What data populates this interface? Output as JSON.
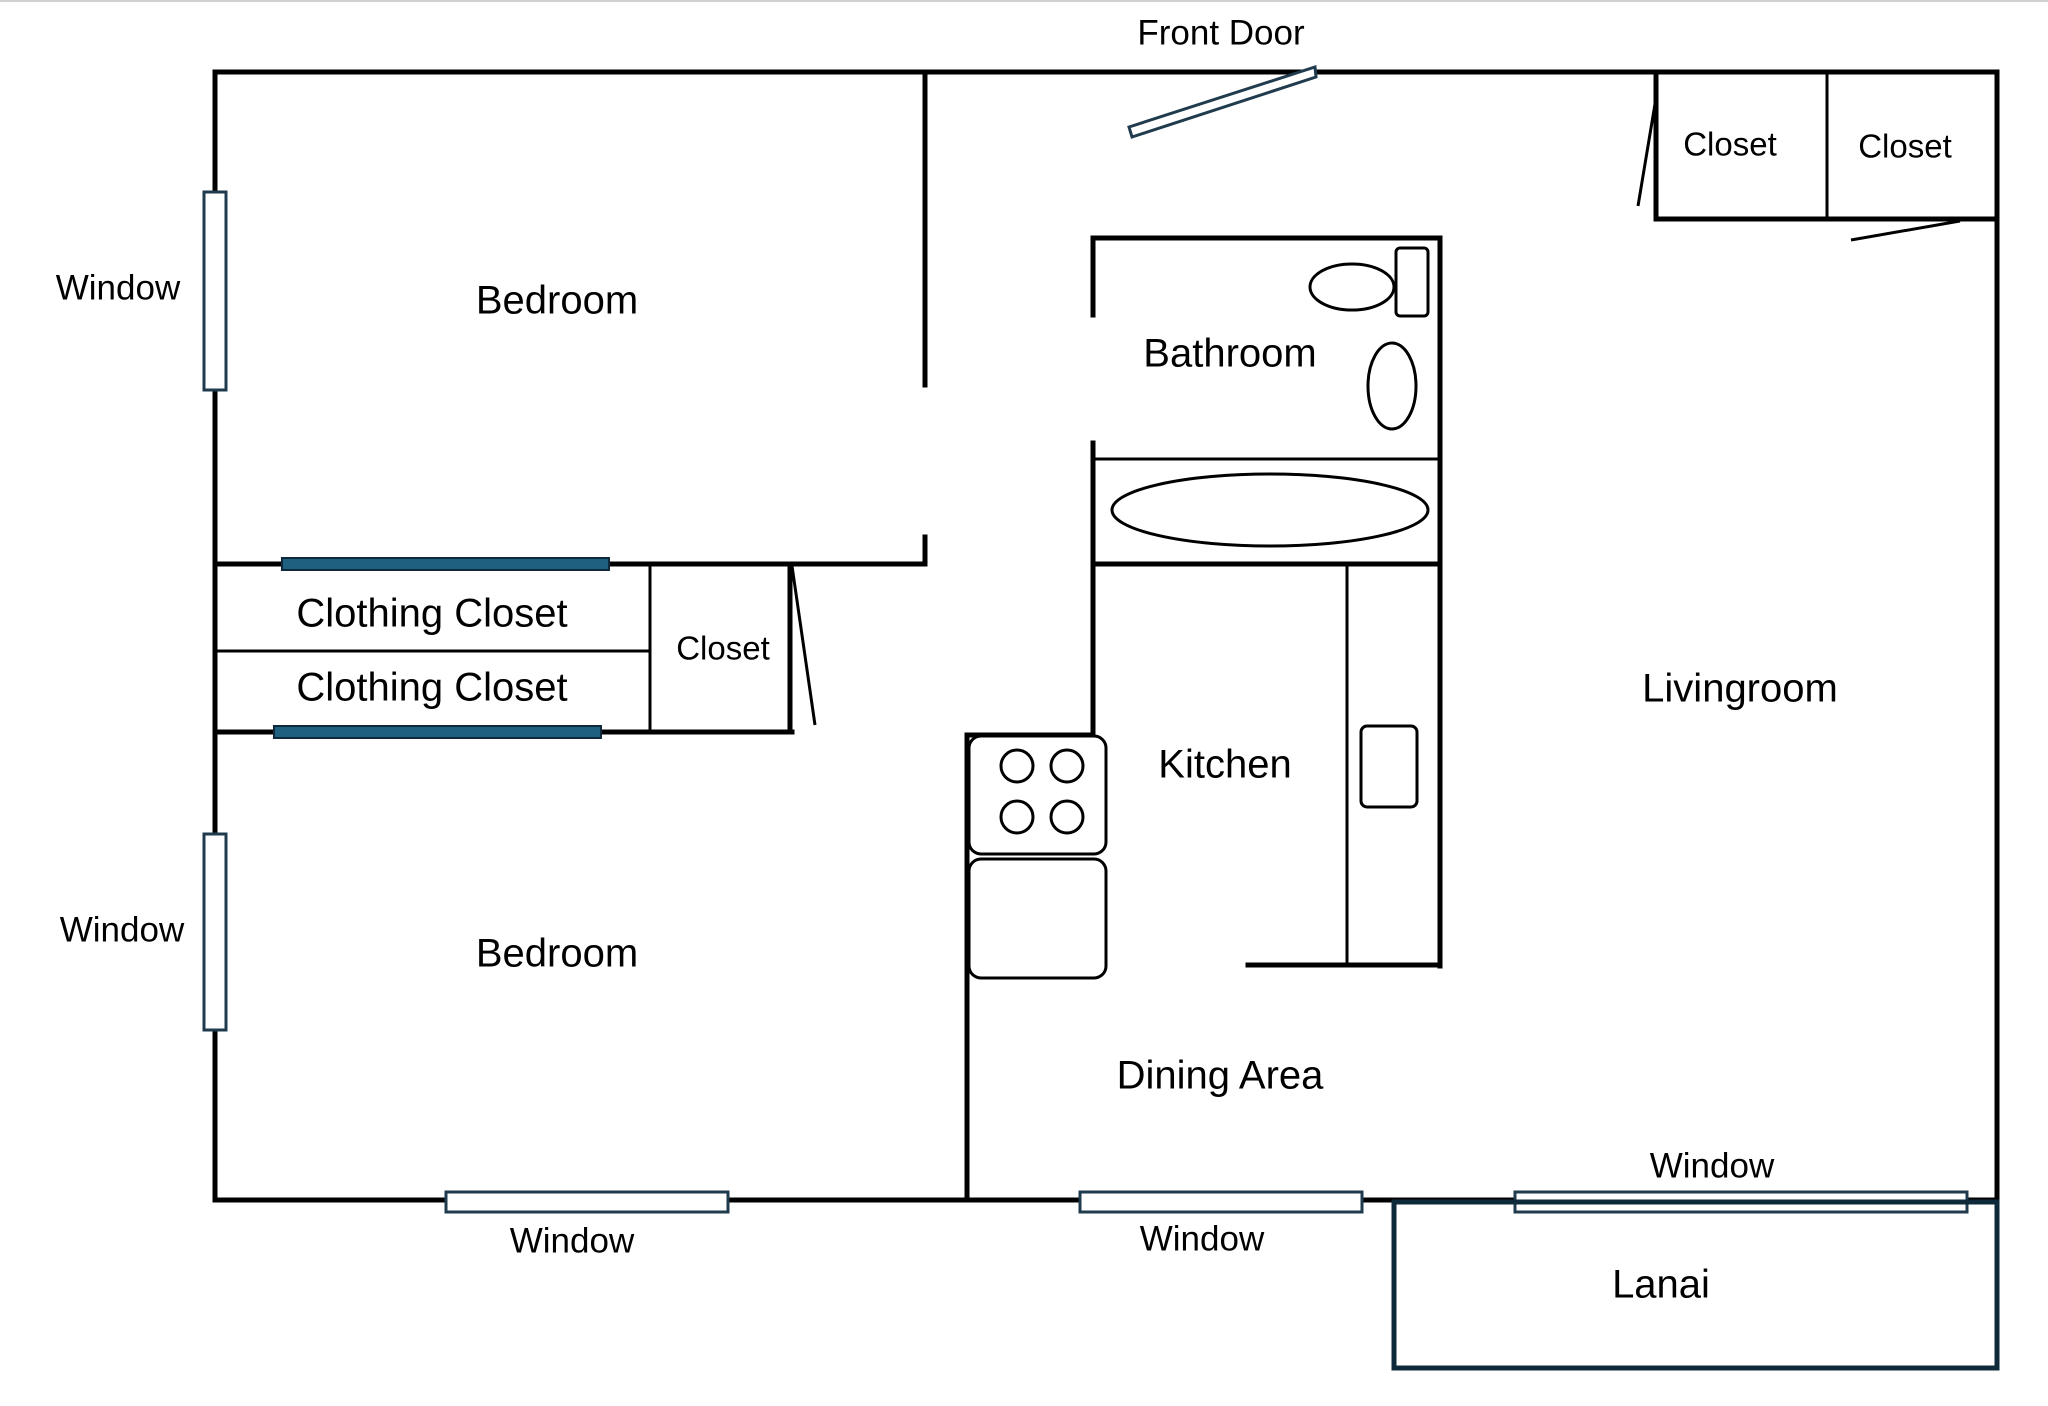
{
  "rooms": {
    "bedroom_top": "Bedroom",
    "bedroom_bottom": "Bedroom",
    "clothing_closet_1": "Clothing Closet",
    "clothing_closet_2": "Clothing Closet",
    "closet_hall": "Closet",
    "bathroom": "Bathroom",
    "kitchen": "Kitchen",
    "dining": "Dining Area",
    "livingroom": "Livingroom",
    "closet_entry_1": "Closet",
    "closet_entry_2": "Closet",
    "lanai": "Lanai"
  },
  "labels": {
    "front_door": "Front Door",
    "window_top_left": "Window",
    "window_bottom_left": "Window",
    "window_bottom_bedroom": "Window",
    "window_bottom_dining": "Window",
    "window_bottom_living": "Window"
  },
  "colors": {
    "wall": "#000000",
    "window_frame": "#1f3b4d",
    "sliding_door": "#1f5f80",
    "lanai_border": "#0e2a3a"
  }
}
